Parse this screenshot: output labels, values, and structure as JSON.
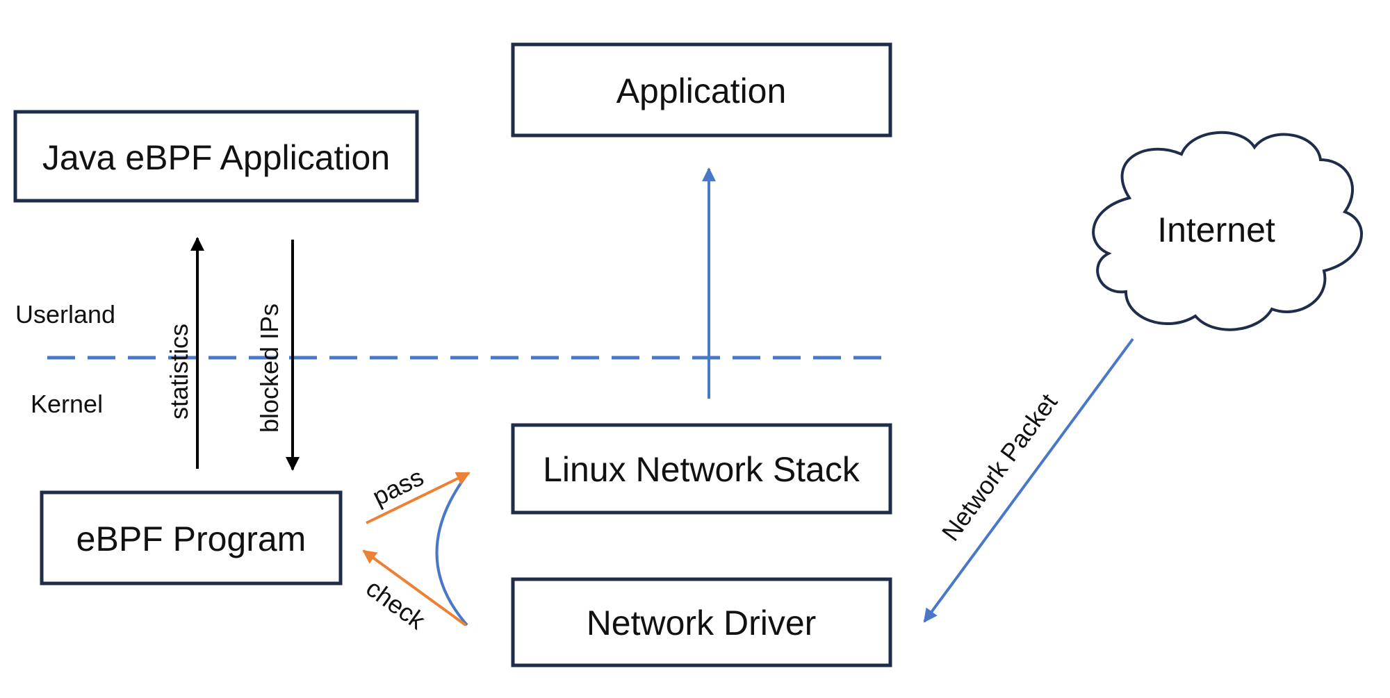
{
  "boxes": {
    "java_app": "Java eBPF Application",
    "application": "Application",
    "ebpf_program": "eBPF Program",
    "linux_stack": "Linux Network Stack",
    "network_driver": "Network Driver"
  },
  "cloud": {
    "label": "Internet"
  },
  "regions": {
    "userland": "Userland",
    "kernel": "Kernel"
  },
  "arrows": {
    "statistics": "statistics",
    "blocked_ips": "blocked IPs",
    "pass": "pass",
    "check": "check",
    "network_packet": "Network Packet"
  },
  "colors": {
    "box_border": "#1f2d4a",
    "blue_arrow": "#4a78c9",
    "orange_arrow": "#ee8033",
    "black_arrow": "#000000",
    "divider": "#4a78c9"
  }
}
